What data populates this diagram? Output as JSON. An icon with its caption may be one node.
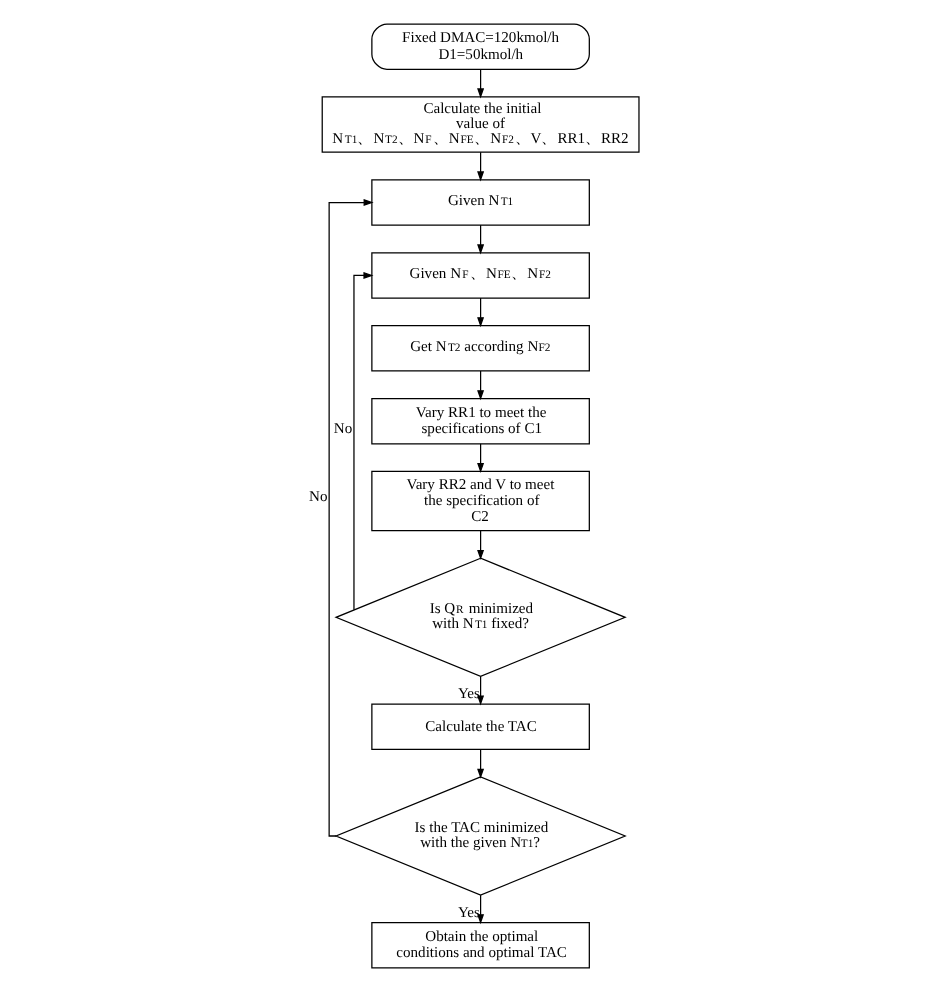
{
  "diagram": {
    "nodes": [
      {
        "text": [
          "Fixed DMAC=120kmol/h D1=50kmol/h"
        ]
      },
      {
        "text": [
          "Calculate the initial value of N$_{T1}$、N$_{T2}$、N$_{F}$、N$_{FE}$、N$_{F2}$、V、RR1、RR2"
        ]
      },
      {
        "text": [
          "Given N$_{T1}$"
        ]
      },
      {
        "text": [
          "Given N$_{F}$、N$_{FE}$、N$_{F2}$"
        ]
      },
      {
        "text": [
          "Get N$_{T2}$ according N$_{F2}$"
        ]
      },
      {
        "text": [
          "Vary RR1 to meet the specifications of C1"
        ]
      },
      {
        "text": [
          "Vary RR2 and V to meet the specification of C2"
        ]
      },
      {
        "text": [
          "Is Q$_{R}$ minimized with N$_{T1}$ fixed?"
        ]
      },
      {
        "text": [
          "Calculate the TAC"
        ]
      },
      {
        "text": [
          "Is the TAC minimized with the given N$_{T1}$?"
        ]
      },
      {
        "text": [
          "Obtain the optimal conditions and optimal TAC"
        ]
      }
    ],
    "edges": [
      {
        "from": 0,
        "to": 1,
        "arrow": "to"
      },
      {
        "from": 1,
        "to": 2,
        "arrow": "to"
      },
      {
        "from": 2,
        "to": 3,
        "arrow": "to"
      },
      {
        "from": 3,
        "to": 4,
        "arrow": "to"
      },
      {
        "from": 4,
        "to": 5,
        "arrow": "to"
      },
      {
        "from": 5,
        "to": 6,
        "arrow": "to"
      },
      {
        "from": 6,
        "to": 7,
        "arrow": "to"
      },
      {
        "from": 7,
        "to": 3,
        "arrow": "to",
        "label": "No"
      },
      {
        "from": 7,
        "to": 8,
        "arrow": "to",
        "label": "Yes"
      },
      {
        "from": 8,
        "to": 9,
        "arrow": "to"
      },
      {
        "from": 9,
        "to": 2,
        "arrow": "to",
        "label": "No"
      },
      {
        "from": 9,
        "to": 10,
        "arrow": "to",
        "label": "Yes"
      }
    ]
  }
}
